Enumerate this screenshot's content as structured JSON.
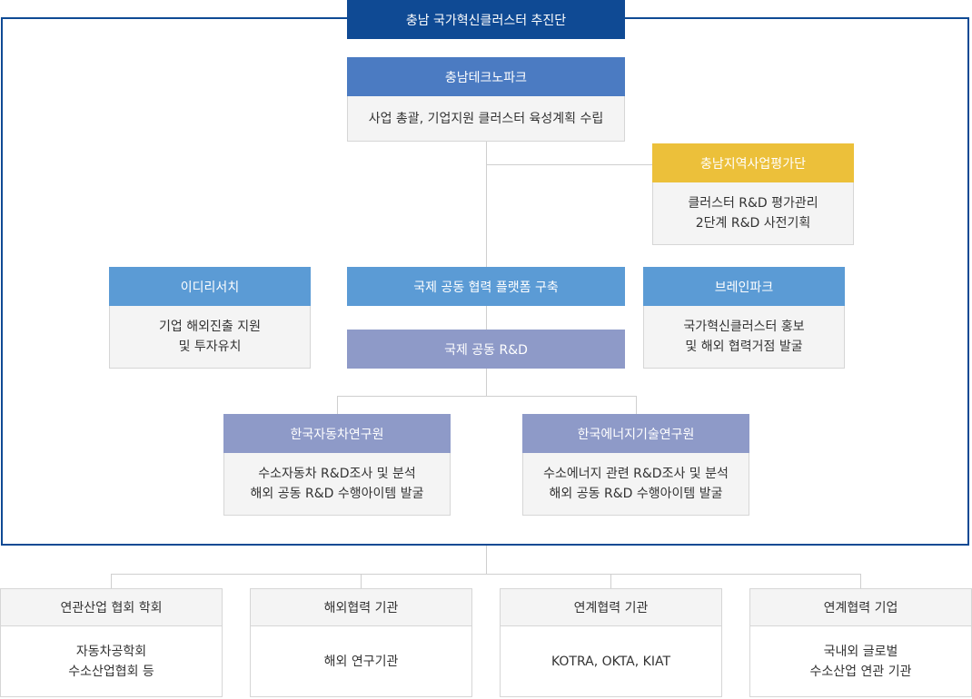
{
  "title": "충남 국가혁신클러스터 추진단",
  "technopark": {
    "name": "충남테크노파크",
    "lines": [
      "사업 총괄, 기업지원 클러스터 육성계획 수립"
    ]
  },
  "evaluation": {
    "name": "충남지역사업평가단",
    "lines": [
      "클러스터 R&D 평가관리",
      "2단계 R&D 사전기획"
    ]
  },
  "edirsearch": {
    "name": "이디리서치",
    "lines": [
      "기업 해외진출 지원",
      "및 투자유치"
    ]
  },
  "platform": {
    "name": "국제 공동 협력 플랫폼 구축"
  },
  "brainpark": {
    "name": "브레인파크",
    "lines": [
      "국가혁신클러스터 홍보",
      "및 해외 협력거점 발굴"
    ]
  },
  "joint_rnd": {
    "name": "국제 공동 R&D"
  },
  "katech": {
    "name": "한국자동차연구원",
    "lines": [
      "수소자동차 R&D조사 및 분석",
      "해외 공동 R&D 수행아이템 발굴"
    ]
  },
  "kier": {
    "name": "한국에너지기술연구원",
    "lines": [
      "수소에너지 관련 R&D조사 및 분석",
      "해외 공동 R&D 수행아이템 발굴"
    ]
  },
  "partners": [
    {
      "name": "연관산업 협회 학회",
      "lines": [
        "자동차공학회",
        "수소산업협회 등"
      ]
    },
    {
      "name": "해외협력 기관",
      "lines": [
        "해외 연구기관"
      ]
    },
    {
      "name": "연계협력 기관",
      "lines": [
        "KOTRA, OKTA, KIAT"
      ]
    },
    {
      "name": "연계협력 기업",
      "lines": [
        "국내외 글로벌",
        "수소산업 연관 기관"
      ]
    }
  ],
  "colors": {
    "navy": "#0f4a94",
    "blue": "#4b7bc2",
    "yellow": "#ecc03a",
    "sky": "#5b9bd5",
    "purple": "#8e9ac8"
  }
}
